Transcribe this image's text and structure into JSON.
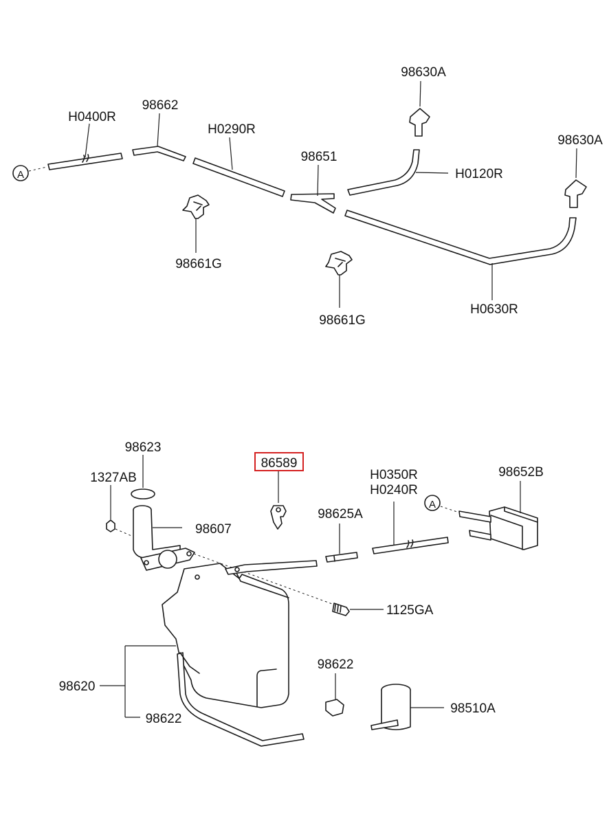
{
  "highlight_color": "#d42020",
  "connector_marker": "A",
  "upper_assembly": {
    "labels": {
      "p98630A_1": "98630A",
      "p98630A_2": "98630A",
      "p98662": "98662",
      "pH0400R": "H0400R",
      "pH0290R": "H0290R",
      "p98651": "98651",
      "pH0120R": "H0120R",
      "p98661G_1": "98661G",
      "p98661G_2": "98661G",
      "pH0630R": "H0630R"
    }
  },
  "lower_assembly": {
    "labels": {
      "p98623": "98623",
      "p86589": "86589",
      "p1327AB": "1327AB",
      "pH0350R": "H0350R",
      "pH0240R": "H0240R",
      "p98652B": "98652B",
      "p98607": "98607",
      "p98625A": "98625A",
      "p1125GA": "1125GA",
      "p98620": "98620",
      "p98622_tank": "98622",
      "p98622_cap": "98622",
      "p98510A": "98510A"
    },
    "highlighted_part": "86589"
  }
}
